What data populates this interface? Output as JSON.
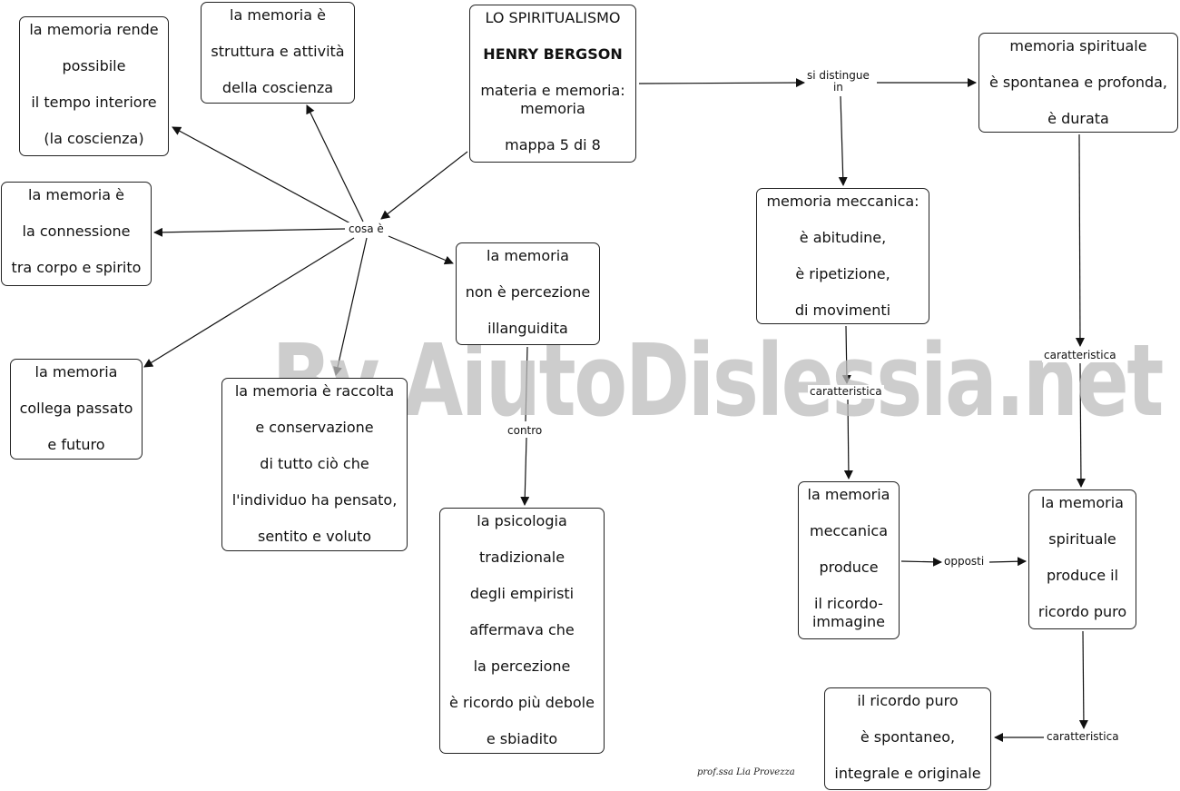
{
  "nodes": {
    "title": {
      "l1": "LO SPIRITUALISMO",
      "l2": "HENRY BERGSON",
      "l3": "materia e memoria:",
      "l4": "memoria",
      "l5": "mappa 5 di 8"
    },
    "rende": {
      "l1": "la memoria rende",
      "l2": "possibile",
      "l3": "il tempo interiore",
      "l4": "(la coscienza)"
    },
    "struttura": {
      "l1": "la memoria è",
      "l2": "struttura e attività",
      "l3": "della coscienza"
    },
    "connessione": {
      "l1": "la memoria è",
      "l2": "la connessione",
      "l3": "tra corpo e spirito"
    },
    "collega": {
      "l1": "la memoria",
      "l2": "collega passato",
      "l3": "e futuro"
    },
    "raccolta": {
      "l1": "la memoria è raccolta",
      "l2": "e conservazione",
      "l3": "di tutto ciò che",
      "l4": "l'individuo ha pensato,",
      "l5": "sentito e voluto"
    },
    "non_percezione": {
      "l1": "la memoria",
      "l2": "non è percezione",
      "l3": "illanguidita"
    },
    "psicologia": {
      "l1": "la psicologia",
      "l2": "tradizionale",
      "l3": "degli empiristi",
      "l4": "affermava che",
      "l5": "la percezione",
      "l6": "è ricordo più debole",
      "l7": "e sbiadito"
    },
    "spirituale": {
      "l1": "memoria spirituale",
      "l2": "è spontanea e profonda,",
      "l3": "è durata"
    },
    "meccanica": {
      "l1": "memoria meccanica:",
      "l2": "è abitudine,",
      "l3": "è ripetizione,",
      "l4": "di movimenti"
    },
    "produce_immagine": {
      "l1": "la memoria",
      "l2": "meccanica",
      "l3": "produce",
      "l4": "il ricordo-",
      "l5": "immagine"
    },
    "produce_puro": {
      "l1": "la memoria",
      "l2": "spirituale",
      "l3": "produce il",
      "l4": "ricordo puro"
    },
    "ricordo_puro": {
      "l1": "il ricordo puro",
      "l2": "è spontaneo,",
      "l3": "integrale e originale"
    }
  },
  "links": {
    "cosa_e": "cosa è",
    "si_distingue_1": "si distingue",
    "si_distingue_2": "in",
    "contro": "contro",
    "caratteristica_meccanica": "caratteristica",
    "caratteristica_spirituale": "caratteristica",
    "opposti": "opposti",
    "caratteristica_puro": "caratteristica"
  },
  "watermark": "By AiutoDislessia.net",
  "signature": "prof.ssa Lia Provezza",
  "colors": {
    "line": "#111111",
    "watermark": "#bdbdbd"
  }
}
